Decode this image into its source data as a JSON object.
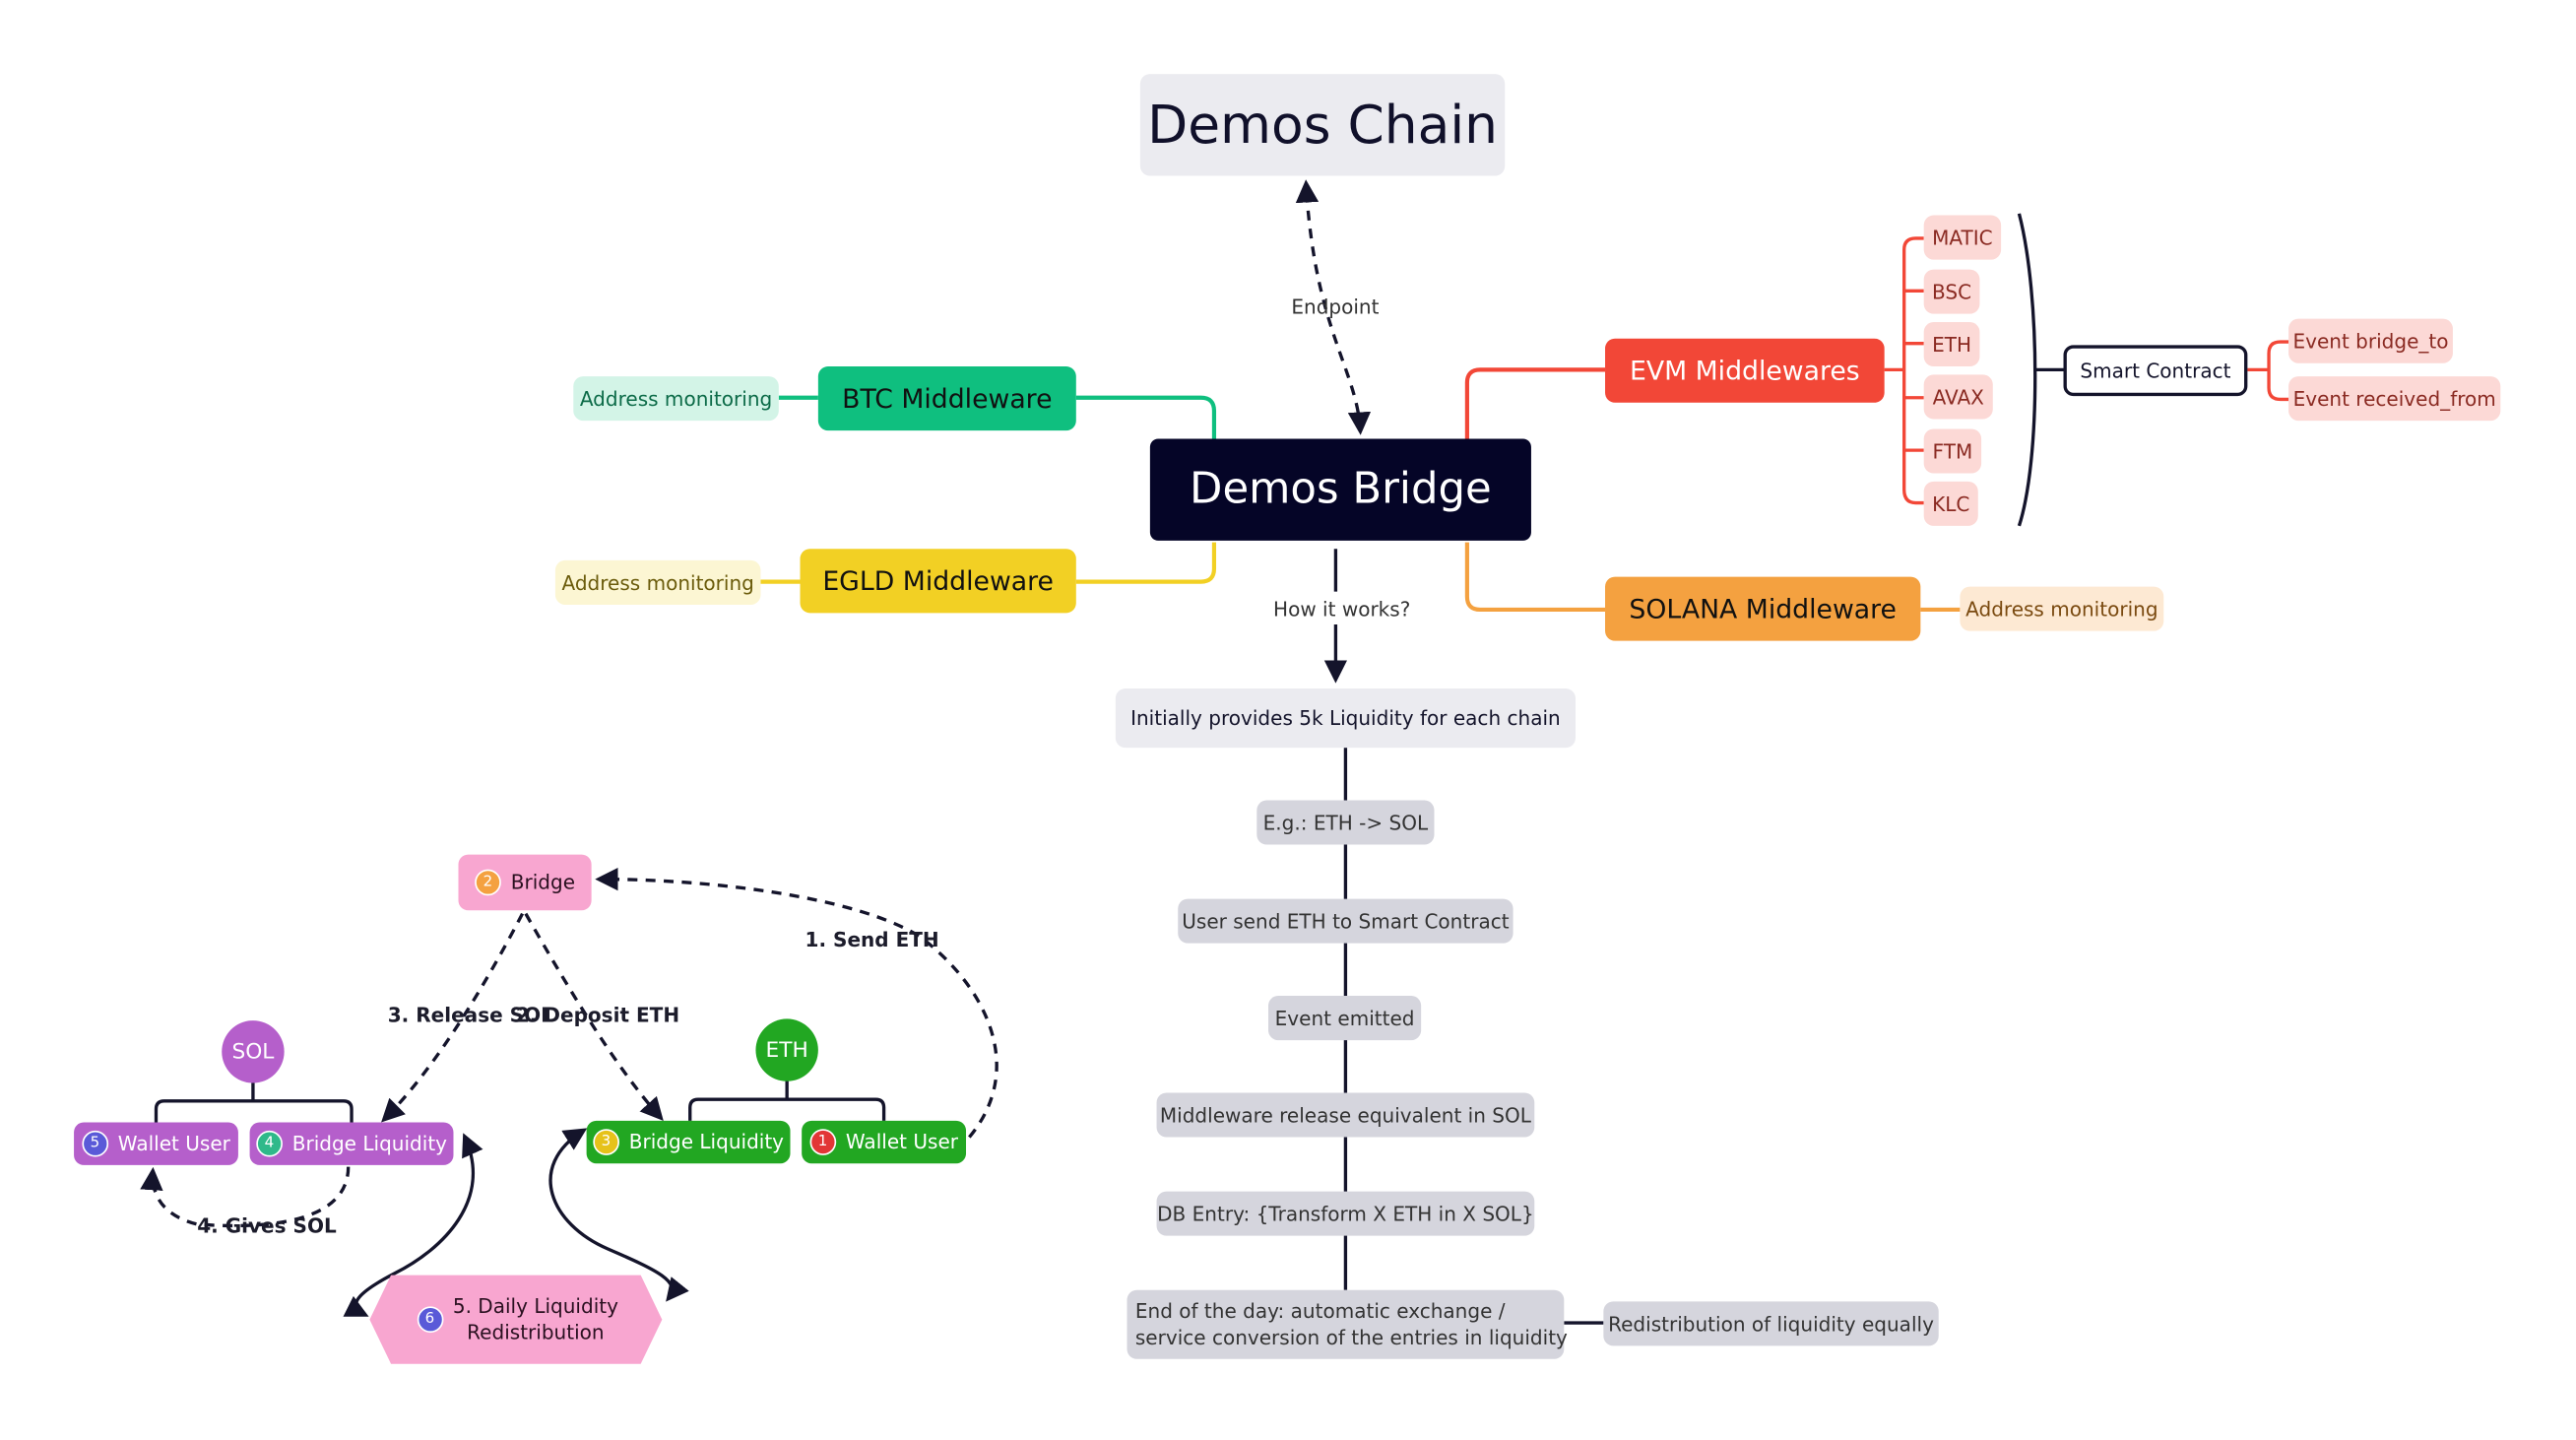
{
  "title": "Demos Chain",
  "bridge": "Demos Bridge",
  "endpoint_label": "Endpoint",
  "how_label": "How it works?",
  "btc": {
    "label": "BTC Middleware",
    "monitor": "Address monitoring"
  },
  "egld": {
    "label": "EGLD Middleware",
    "monitor": "Address monitoring"
  },
  "evm": {
    "label": "EVM Middlewares",
    "chains": [
      "MATIC",
      "BSC",
      "ETH",
      "AVAX",
      "FTM",
      "KLC"
    ],
    "contract": "Smart Contract",
    "events": [
      "Event bridge_to",
      "Event received_from"
    ]
  },
  "solana": {
    "label": "SOLANA Middleware",
    "monitor": "Address monitoring"
  },
  "flow": {
    "steps": [
      "Initially provides 5k Liquidity for each chain",
      "E.g.: ETH -> SOL",
      "User send ETH to Smart Contract",
      "Event emitted",
      "Middleware release equivalent in SOL",
      "DB Entry: {Transform X ETH in X SOL}"
    ],
    "end_line1": "End of the day: automatic exchange /",
    "end_line2": "service conversion of the entries in liquidity",
    "redistribution": "Redistribution of liquidity equally"
  },
  "mini": {
    "bridge": "Bridge",
    "bridge_num": "2",
    "sol": "SOL",
    "eth": "ETH",
    "sol_wallet": "Wallet User",
    "sol_wallet_num": "5",
    "sol_liquidity": "Bridge Liquidity",
    "sol_liquidity_num": "4",
    "eth_liquidity": "Bridge Liquidity",
    "eth_liquidity_num": "3",
    "eth_wallet": "Wallet User",
    "eth_wallet_num": "1",
    "daily_line1": "5. Daily Liquidity",
    "daily_line2": "Redistribution",
    "daily_num": "6",
    "send": "1. Send ETH",
    "deposit": "2. Deposit ETH",
    "release": "3. Release SOL",
    "gives": "4. Gives SOL"
  },
  "colors": {
    "btc": "#0fbf7f",
    "egld": "#f2d024",
    "evm": "#f24737",
    "solana": "#f4a140",
    "sol": "#b55fcb",
    "eth": "#22a722",
    "bridge_pink": "#f8a6d0"
  }
}
